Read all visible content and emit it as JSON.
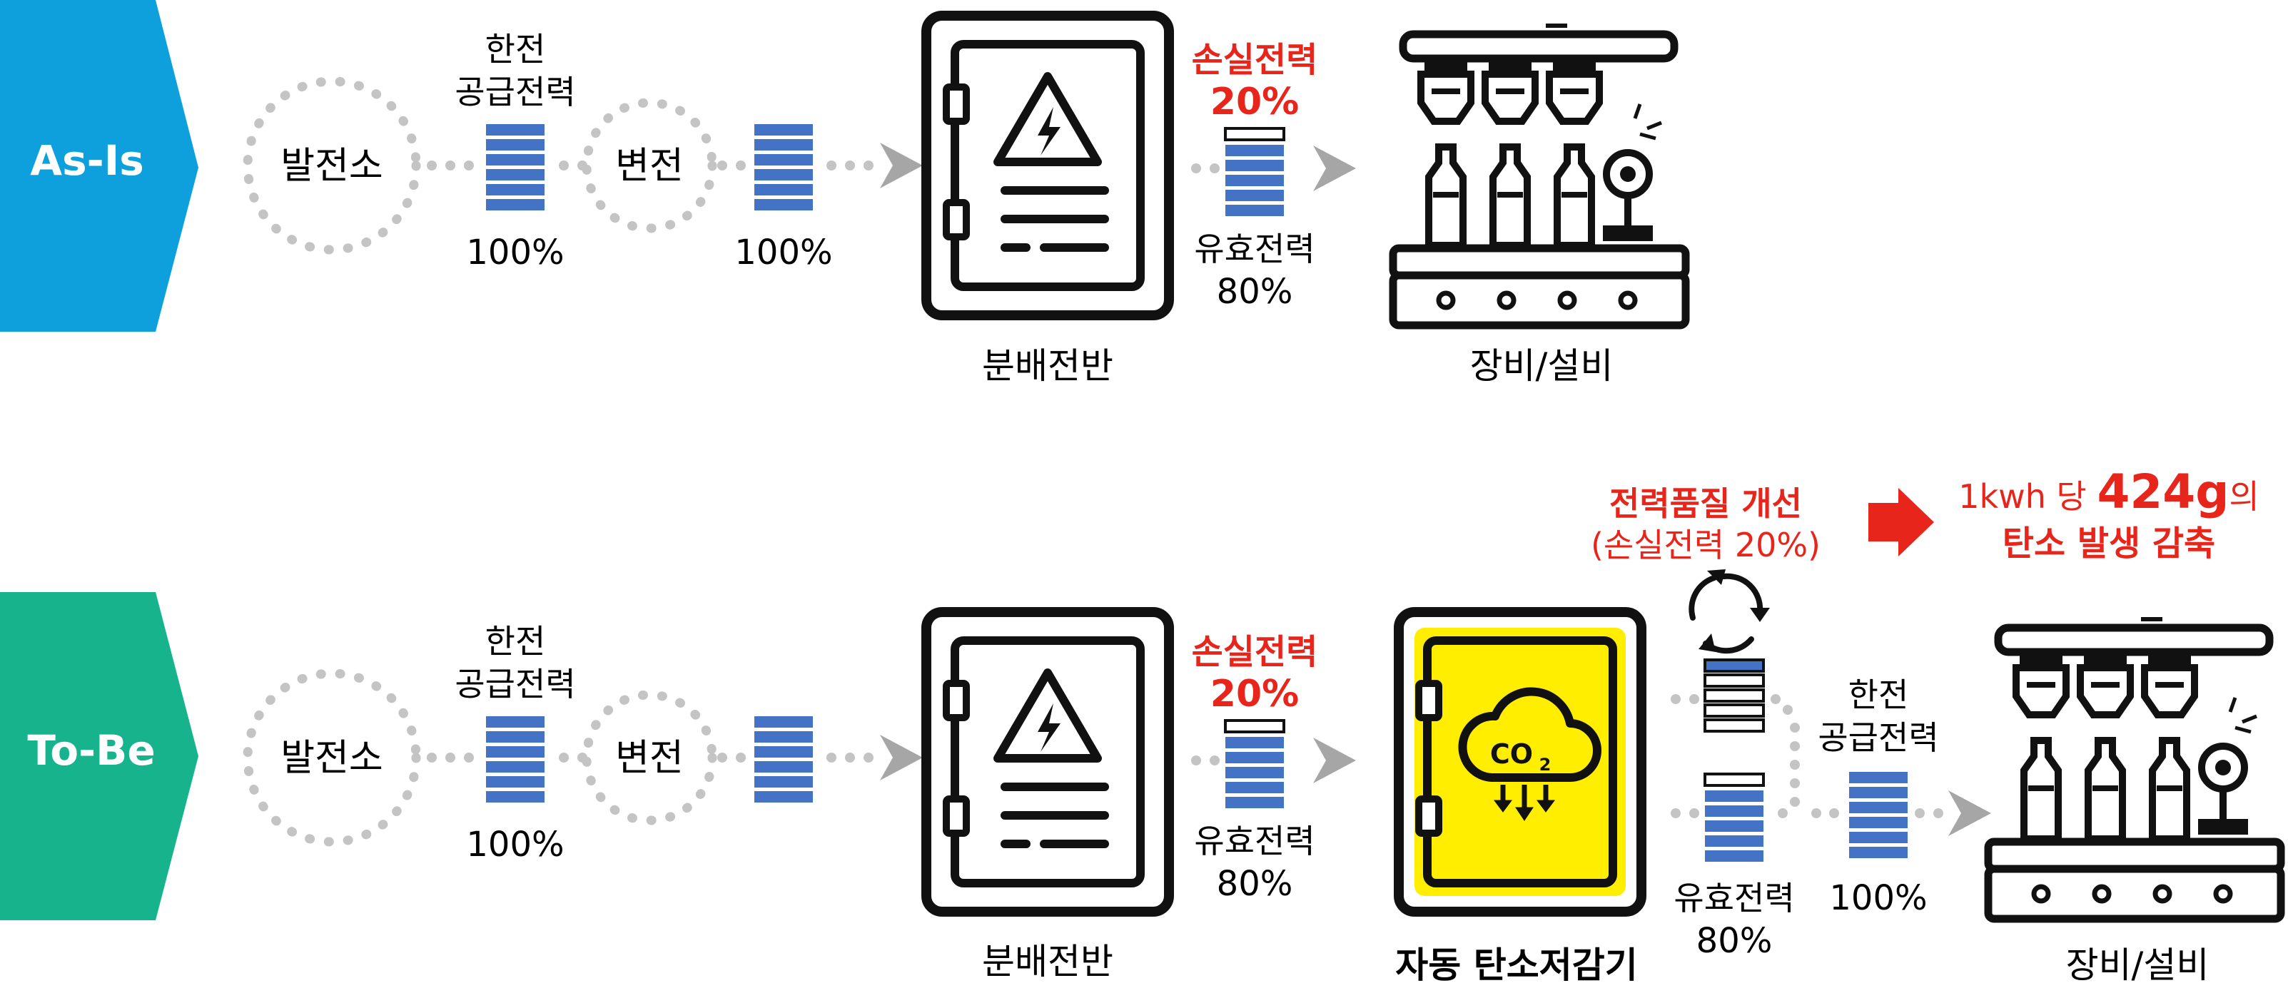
{
  "asis": {
    "banner": "As-Is",
    "power_plant": "발전소",
    "supply_label": [
      "한전",
      "공급전력"
    ],
    "supply_pct": "100%",
    "substation": "변전",
    "after_substation_pct": "100%",
    "panel_label": "분배전반",
    "loss_label": "손실전력",
    "loss_pct": "20%",
    "effective_label": "유효전력",
    "effective_pct": "80%",
    "equipment_label": "장비/설비"
  },
  "tobe": {
    "banner": "To-Be",
    "power_plant": "발전소",
    "supply_label": [
      "한전",
      "공급전력"
    ],
    "supply_pct": "100%",
    "substation": "변전",
    "panel_label": "분배전반",
    "loss_label": "손실전력",
    "loss_pct": "20%",
    "effective_label": "유효전력",
    "effective_pct": "80%",
    "reducer_label": "자동 탄소저감기",
    "co2_text": "CO",
    "co2_sub": "2",
    "quality_title": "전력품질 개선",
    "quality_sub": "(손실전력 20%)",
    "effective2_label": "유효전력",
    "effective2_pct": "80%",
    "supply2_label": [
      "한전",
      "공급전력"
    ],
    "supply2_pct": "100%",
    "result_prefix": "1kwh 당 ",
    "result_big": "424g",
    "result_suffix": "의",
    "result_line2": "탄소 발생 감축",
    "equipment_label": "장비/설비"
  },
  "colors": {
    "asis_banner": "#0da0dc",
    "tobe_banner": "#16b38c",
    "bar_blue": "#4472c4",
    "accent_red": "#e8251b",
    "reducer_yellow": "#ffee00",
    "dots": "#c4c4c4",
    "arrow_gray": "#a6a6a6"
  }
}
